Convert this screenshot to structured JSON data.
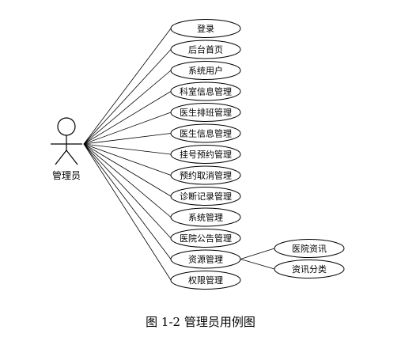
{
  "diagram": {
    "type": "use-case",
    "actor": {
      "name": "管理员"
    },
    "use_cases": [
      {
        "id": "login",
        "label": "登录"
      },
      {
        "id": "home",
        "label": "后台首页"
      },
      {
        "id": "sys-user",
        "label": "系统用户"
      },
      {
        "id": "dept",
        "label": "科室信息管理"
      },
      {
        "id": "schedule",
        "label": "医生排班管理"
      },
      {
        "id": "doctor",
        "label": "医生信息管理"
      },
      {
        "id": "appointment",
        "label": "挂号预约管理"
      },
      {
        "id": "cancel",
        "label": "预约取消管理"
      },
      {
        "id": "diagnosis",
        "label": "诊断记录管理"
      },
      {
        "id": "system",
        "label": "系统管理"
      },
      {
        "id": "notice",
        "label": "医院公告管理"
      },
      {
        "id": "resource",
        "label": "资源管理"
      },
      {
        "id": "permission",
        "label": "权限管理"
      }
    ],
    "sub_use_cases": [
      {
        "id": "hospital-news",
        "label": "医院资讯",
        "parent": "resource"
      },
      {
        "id": "news-category",
        "label": "资讯分类",
        "parent": "resource"
      }
    ]
  },
  "caption": "图 1-2 管理员用例图"
}
